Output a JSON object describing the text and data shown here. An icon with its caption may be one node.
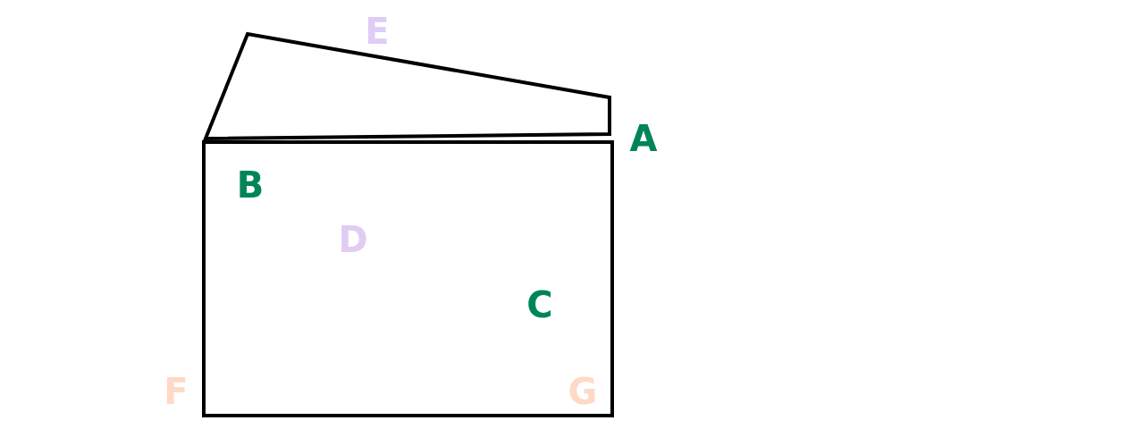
{
  "diagram": {
    "labels": [
      "E",
      "A",
      "B",
      "D",
      "C",
      "F",
      "G"
    ]
  }
}
